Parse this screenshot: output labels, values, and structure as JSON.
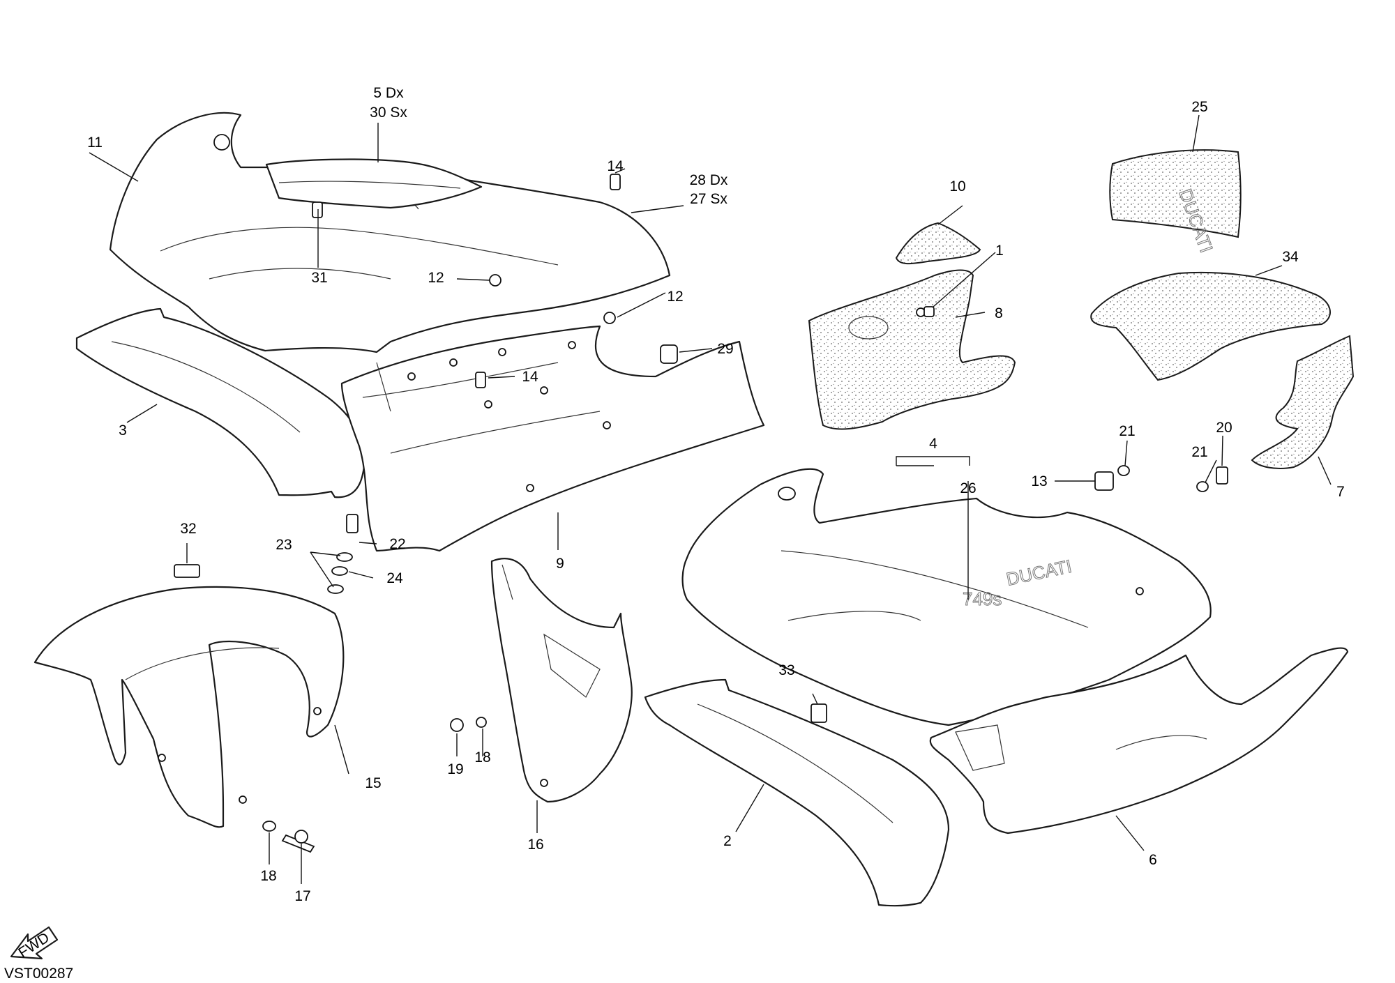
{
  "labels": {
    "l1": "1",
    "l2": "2",
    "l3": "3",
    "l4": "4",
    "l5": "5 Dx",
    "l30": "30 Sx",
    "l6": "6",
    "l7": "7",
    "l8": "8",
    "l9": "9",
    "l10": "10",
    "l11": "11",
    "l12a": "12",
    "l12b": "12",
    "l13": "13",
    "l14a": "14",
    "l14b": "14",
    "l15": "15",
    "l16": "16",
    "l17": "17",
    "l18a": "18",
    "l18b": "18",
    "l19": "19",
    "l20": "20",
    "l21a": "21",
    "l21b": "21",
    "l22": "22",
    "l23": "23",
    "l24": "24",
    "l25": "25",
    "l26": "26",
    "l28": "28 Dx",
    "l27": "27 Sx",
    "l29": "29",
    "l31": "31",
    "l32": "32",
    "l33": "33",
    "l34": "34"
  },
  "decals": {
    "model": "749s",
    "brand": "DUCATI",
    "tank_brand": "DUCATI"
  },
  "arrow_label": "FWD",
  "drawing_code": "VST00287"
}
